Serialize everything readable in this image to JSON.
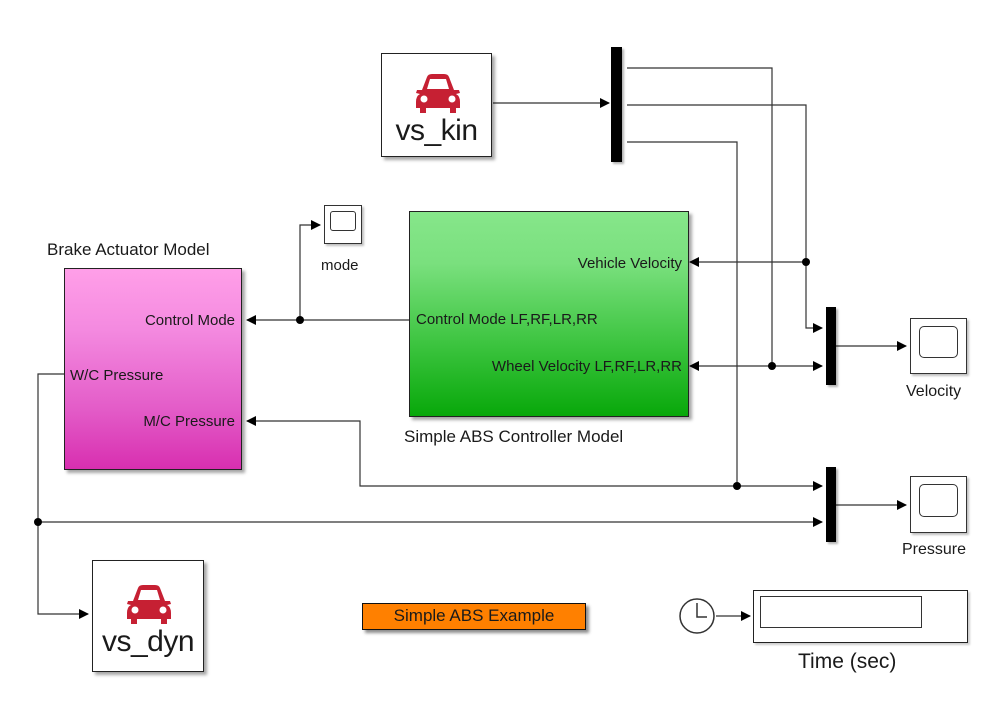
{
  "diagram": {
    "title_annotation": "Simple ABS Example",
    "colors": {
      "brake_actuator_top": "#ff9fe8",
      "brake_actuator_bottom": "#d82fb0",
      "abs_controller_top": "#86e68a",
      "abs_controller_bottom": "#08a80a",
      "annotation_bg": "#ff8000",
      "car_icon": "#c62033"
    },
    "blocks": {
      "vs_kin": {
        "name": "vs_kin",
        "icon": "car-icon"
      },
      "vs_dyn": {
        "name": "vs_dyn",
        "icon": "car-icon"
      },
      "brake_actuator": {
        "title": "Brake Actuator Model",
        "ports": {
          "control_mode": "Control Mode",
          "wc_pressure": "W/C Pressure",
          "mc_pressure": "M/C Pressure"
        }
      },
      "abs_controller": {
        "title": "Simple ABS Controller Model",
        "ports": {
          "vehicle_velocity": "Vehicle Velocity",
          "control_mode": "Control Mode LF,RF,LR,RR",
          "wheel_velocity": "Wheel Velocity LF,RF,LR,RR"
        }
      },
      "scope_mode": {
        "label": "mode",
        "icon": "scope-icon"
      },
      "scope_velocity": {
        "label": "Velocity",
        "icon": "scope-icon"
      },
      "scope_pressure": {
        "label": "Pressure",
        "icon": "scope-icon"
      },
      "clock": {
        "icon": "clock-icon"
      },
      "display_time": {
        "label": "Time (sec)",
        "value": ""
      }
    }
  }
}
